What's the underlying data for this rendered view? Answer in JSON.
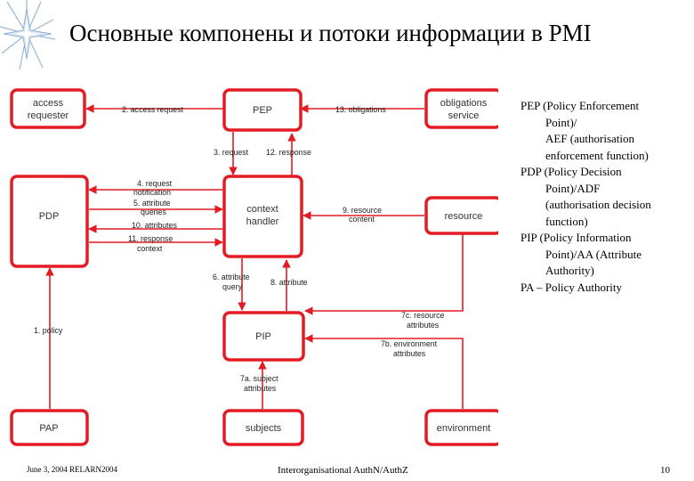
{
  "title": "Основные компонены и потоки информации в PMI",
  "diagram": {
    "boxes": {
      "access_requester": [
        "access",
        "requester"
      ],
      "pep": [
        "PEP"
      ],
      "obligations_service": [
        "obligations",
        "service"
      ],
      "pdp": [
        "PDP"
      ],
      "context_handler": [
        "context",
        "handler"
      ],
      "resource": [
        "resource"
      ],
      "pip": [
        "PIP"
      ],
      "pap": [
        "PAP"
      ],
      "subjects": [
        "subjects"
      ],
      "environment": [
        "environment"
      ]
    },
    "flows": {
      "access_request": [
        "2. access request"
      ],
      "obligations": [
        "13. obligations"
      ],
      "request": [
        "3. request"
      ],
      "response": [
        "12. response"
      ],
      "request_notification": [
        "4. request",
        "notification"
      ],
      "attribute_queries": [
        "5. attribute",
        "queries"
      ],
      "attributes": [
        "10. attributes"
      ],
      "response_context": [
        "11. response",
        "context"
      ],
      "resource_content": [
        "9. resource",
        "content"
      ],
      "attribute_query": [
        "6. attribute",
        "query"
      ],
      "attribute": [
        "8. attribute"
      ],
      "policy": [
        "1. policy"
      ],
      "resource_attributes": [
        "7c. resource",
        "attributes"
      ],
      "environment_attributes": [
        "7b. environment",
        "attributes"
      ],
      "subject_attributes": [
        "7a. subject",
        "attributes"
      ]
    }
  },
  "notes": [
    [
      "PEP (Policy Enforcement",
      "Point)/",
      "AEF (authorisation",
      "enforcement function)"
    ],
    [
      "PDP (Policy Decision",
      "Point)/ADF",
      "(authorisation decision",
      "function)"
    ],
    [
      "PIP (Policy Information",
      "Point)/AA (Attribute",
      "Authority)"
    ],
    [
      "PA – Policy Authority"
    ]
  ],
  "footer": {
    "left": "June 3, 2004 RELARN2004",
    "center": "Interorganisational AuthN/AuthZ",
    "page": "10"
  },
  "colors": {
    "accent": "#e31b23",
    "logo": "#9ab8d9"
  }
}
